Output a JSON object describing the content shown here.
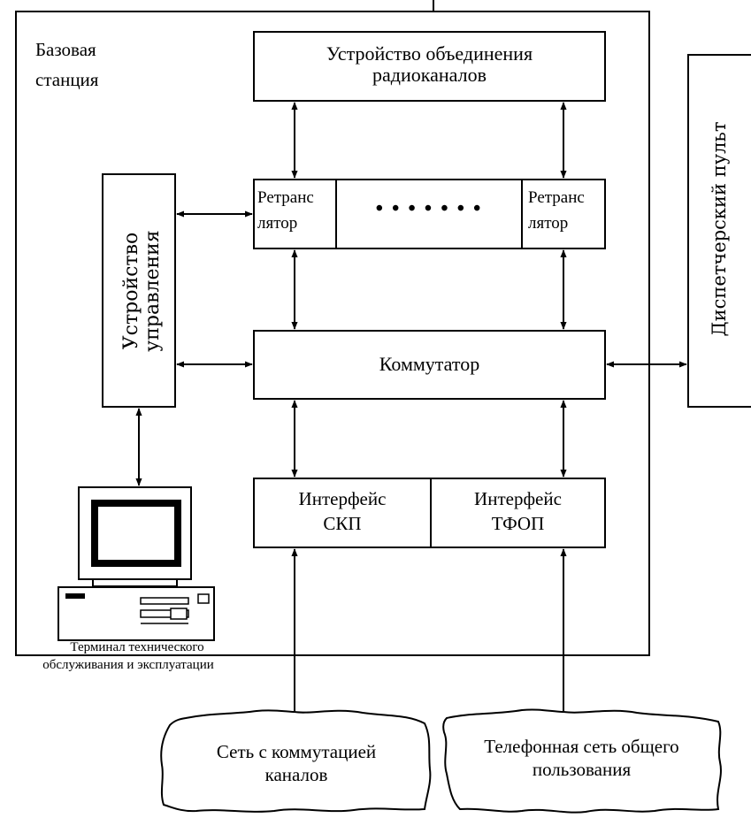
{
  "base_station": {
    "label_line1": "Базовая",
    "label_line2": "станция"
  },
  "radio_combiner": {
    "line1": "Устройство объединения",
    "line2": "радиоканалов"
  },
  "repeater_left": {
    "line1": "Ретранс",
    "line2": "лятор"
  },
  "repeater_right": {
    "line1": "Ретранс",
    "line2": "лятор"
  },
  "repeater_dots": "• • • • • • •",
  "control_unit": {
    "line1": "Устройство",
    "line2": "управления"
  },
  "switch": {
    "label": "Коммутатор"
  },
  "dispatcher": {
    "label": "Диспетчерский пульт"
  },
  "interface_skp": {
    "line1": "Интерфейс",
    "line2": "СКП"
  },
  "interface_tfop": {
    "line1": "Интерфейс",
    "line2": "ТФОП"
  },
  "terminal": {
    "line1": "Терминал технического",
    "line2": "обслуживания и эксплуатации"
  },
  "network_circuit": {
    "line1": "Сеть с коммутацией",
    "line2": "каналов"
  },
  "network_public": {
    "line1": "Телефонная сеть общего",
    "line2": "пользования"
  },
  "colors": {
    "stroke": "#000000",
    "background": "#ffffff"
  },
  "icons": {
    "computer": "computer-terminal-icon"
  }
}
